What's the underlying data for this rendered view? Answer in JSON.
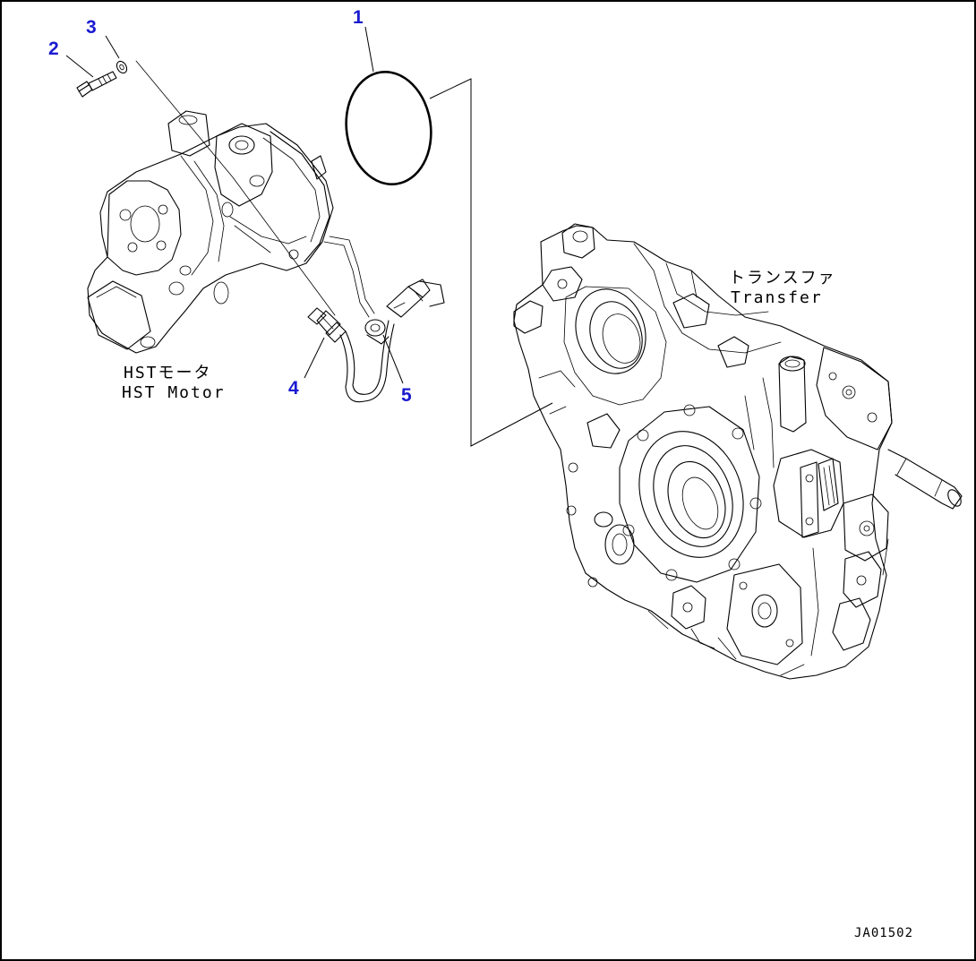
{
  "callouts": {
    "c1": "1",
    "c2": "2",
    "c3": "3",
    "c4": "4",
    "c5": "5"
  },
  "labels": {
    "motor_jp": "HSTモータ",
    "motor_en": "HST Motor",
    "transfer_jp": "トランスファ",
    "transfer_en": "Transfer"
  },
  "drawing_code": "JA01502",
  "colors": {
    "callout": "#1a1ad0",
    "line": "#000000",
    "background": "#ffffff"
  }
}
